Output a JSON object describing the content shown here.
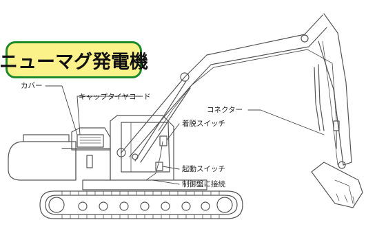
{
  "title": "ニューマグ発電機",
  "labels": {
    "cover": "カバー",
    "cap_tire_cord": "キャップタイヤコード",
    "connector": "コネクター",
    "detach_switch": "着脱スイッチ",
    "start_switch": "起動スイッチ",
    "control_panel": "制御盤に接続"
  },
  "colors": {
    "badge_fill": "#fbf28a",
    "badge_border": "#1d8a2a",
    "line": "#555555"
  }
}
